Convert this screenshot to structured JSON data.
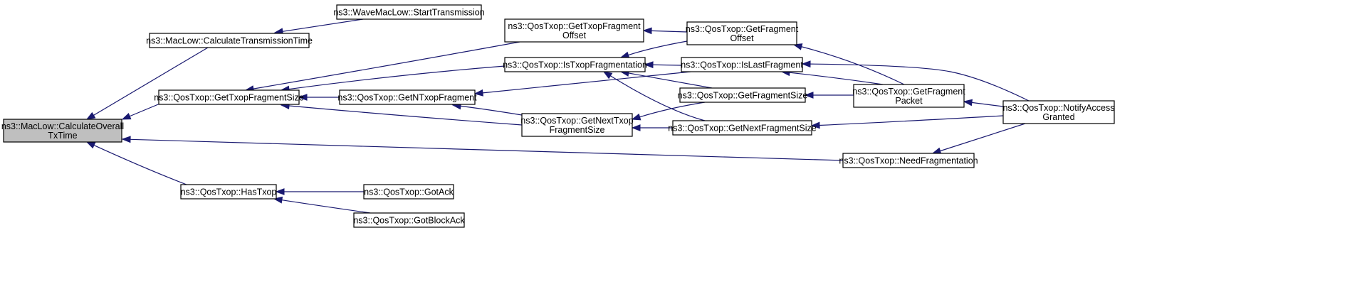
{
  "diagram": {
    "colors": {
      "edge": "#191970",
      "node_border": "#000000",
      "node_fill": "#ffffff",
      "root_fill": "#bfbfbf"
    },
    "nodes": [
      {
        "id": "root",
        "lines": [
          "ns3::MacLow::CalculateOverall",
          "TxTime"
        ],
        "root": true
      },
      {
        "id": "calc_tx_time",
        "lines": [
          "ns3::MacLow::CalculateTransmissionTime"
        ]
      },
      {
        "id": "wave_start_tx",
        "lines": [
          "ns3::WaveMacLow::StartTransmission"
        ]
      },
      {
        "id": "get_txop_frag_size",
        "lines": [
          "ns3::QosTxop::GetTxopFragmentSize"
        ]
      },
      {
        "id": "get_txop_frag_offset",
        "lines": [
          "ns3::QosTxop::GetTxopFragment",
          "Offset"
        ]
      },
      {
        "id": "is_txop_frag",
        "lines": [
          "ns3::QosTxop::IsTxopFragmentation"
        ]
      },
      {
        "id": "get_ntxop_frag",
        "lines": [
          "ns3::QosTxop::GetNTxopFragment"
        ]
      },
      {
        "id": "get_next_txop_frag_size",
        "lines": [
          "ns3::QosTxop::GetNextTxop",
          "FragmentSize"
        ]
      },
      {
        "id": "get_frag_offset",
        "lines": [
          "ns3::QosTxop::GetFragment",
          "Offset"
        ]
      },
      {
        "id": "is_last_frag",
        "lines": [
          "ns3::QosTxop::IsLastFragment"
        ]
      },
      {
        "id": "get_frag_size",
        "lines": [
          "ns3::QosTxop::GetFragmentSize"
        ]
      },
      {
        "id": "get_next_frag_size",
        "lines": [
          "ns3::QosTxop::GetNextFragmentSize"
        ]
      },
      {
        "id": "get_frag_packet",
        "lines": [
          "ns3::QosTxop::GetFragment",
          "Packet"
        ]
      },
      {
        "id": "notify_access",
        "lines": [
          "ns3::QosTxop::NotifyAccess",
          "Granted"
        ]
      },
      {
        "id": "need_frag",
        "lines": [
          "ns3::QosTxop::NeedFragmentation"
        ]
      },
      {
        "id": "has_txop",
        "lines": [
          "ns3::QosTxop::HasTxop"
        ]
      },
      {
        "id": "got_ack",
        "lines": [
          "ns3::QosTxop::GotAck"
        ]
      },
      {
        "id": "got_block_ack",
        "lines": [
          "ns3::QosTxop::GotBlockAck"
        ]
      }
    ],
    "edges": [
      {
        "from": "calc_tx_time",
        "to": "root"
      },
      {
        "from": "get_txop_frag_size",
        "to": "root"
      },
      {
        "from": "need_frag",
        "to": "root"
      },
      {
        "from": "has_txop",
        "to": "root"
      },
      {
        "from": "wave_start_tx",
        "to": "calc_tx_time"
      },
      {
        "from": "get_txop_frag_offset",
        "to": "get_txop_frag_size"
      },
      {
        "from": "is_txop_frag",
        "to": "get_txop_frag_size"
      },
      {
        "from": "get_ntxop_frag",
        "to": "get_txop_frag_size"
      },
      {
        "from": "get_next_txop_frag_size",
        "to": "get_txop_frag_size"
      },
      {
        "from": "get_frag_offset",
        "to": "get_txop_frag_offset"
      },
      {
        "from": "get_frag_offset",
        "to": "is_txop_frag"
      },
      {
        "from": "is_last_frag",
        "to": "is_txop_frag"
      },
      {
        "from": "get_frag_size",
        "to": "is_txop_frag"
      },
      {
        "from": "get_next_frag_size",
        "to": "is_txop_frag"
      },
      {
        "from": "is_last_frag",
        "to": "get_ntxop_frag"
      },
      {
        "from": "get_next_txop_frag_size",
        "to": "get_ntxop_frag"
      },
      {
        "from": "get_frag_size",
        "to": "get_next_txop_frag_size"
      },
      {
        "from": "get_next_frag_size",
        "to": "get_next_txop_frag_size"
      },
      {
        "from": "get_frag_packet",
        "to": "get_frag_offset"
      },
      {
        "from": "get_frag_packet",
        "to": "is_last_frag"
      },
      {
        "from": "get_frag_packet",
        "to": "get_frag_size"
      },
      {
        "from": "notify_access",
        "to": "is_last_frag"
      },
      {
        "from": "notify_access",
        "to": "get_frag_packet"
      },
      {
        "from": "notify_access",
        "to": "get_next_frag_size"
      },
      {
        "from": "notify_access",
        "to": "need_frag"
      },
      {
        "from": "got_ack",
        "to": "has_txop"
      },
      {
        "from": "got_block_ack",
        "to": "has_txop"
      }
    ]
  }
}
